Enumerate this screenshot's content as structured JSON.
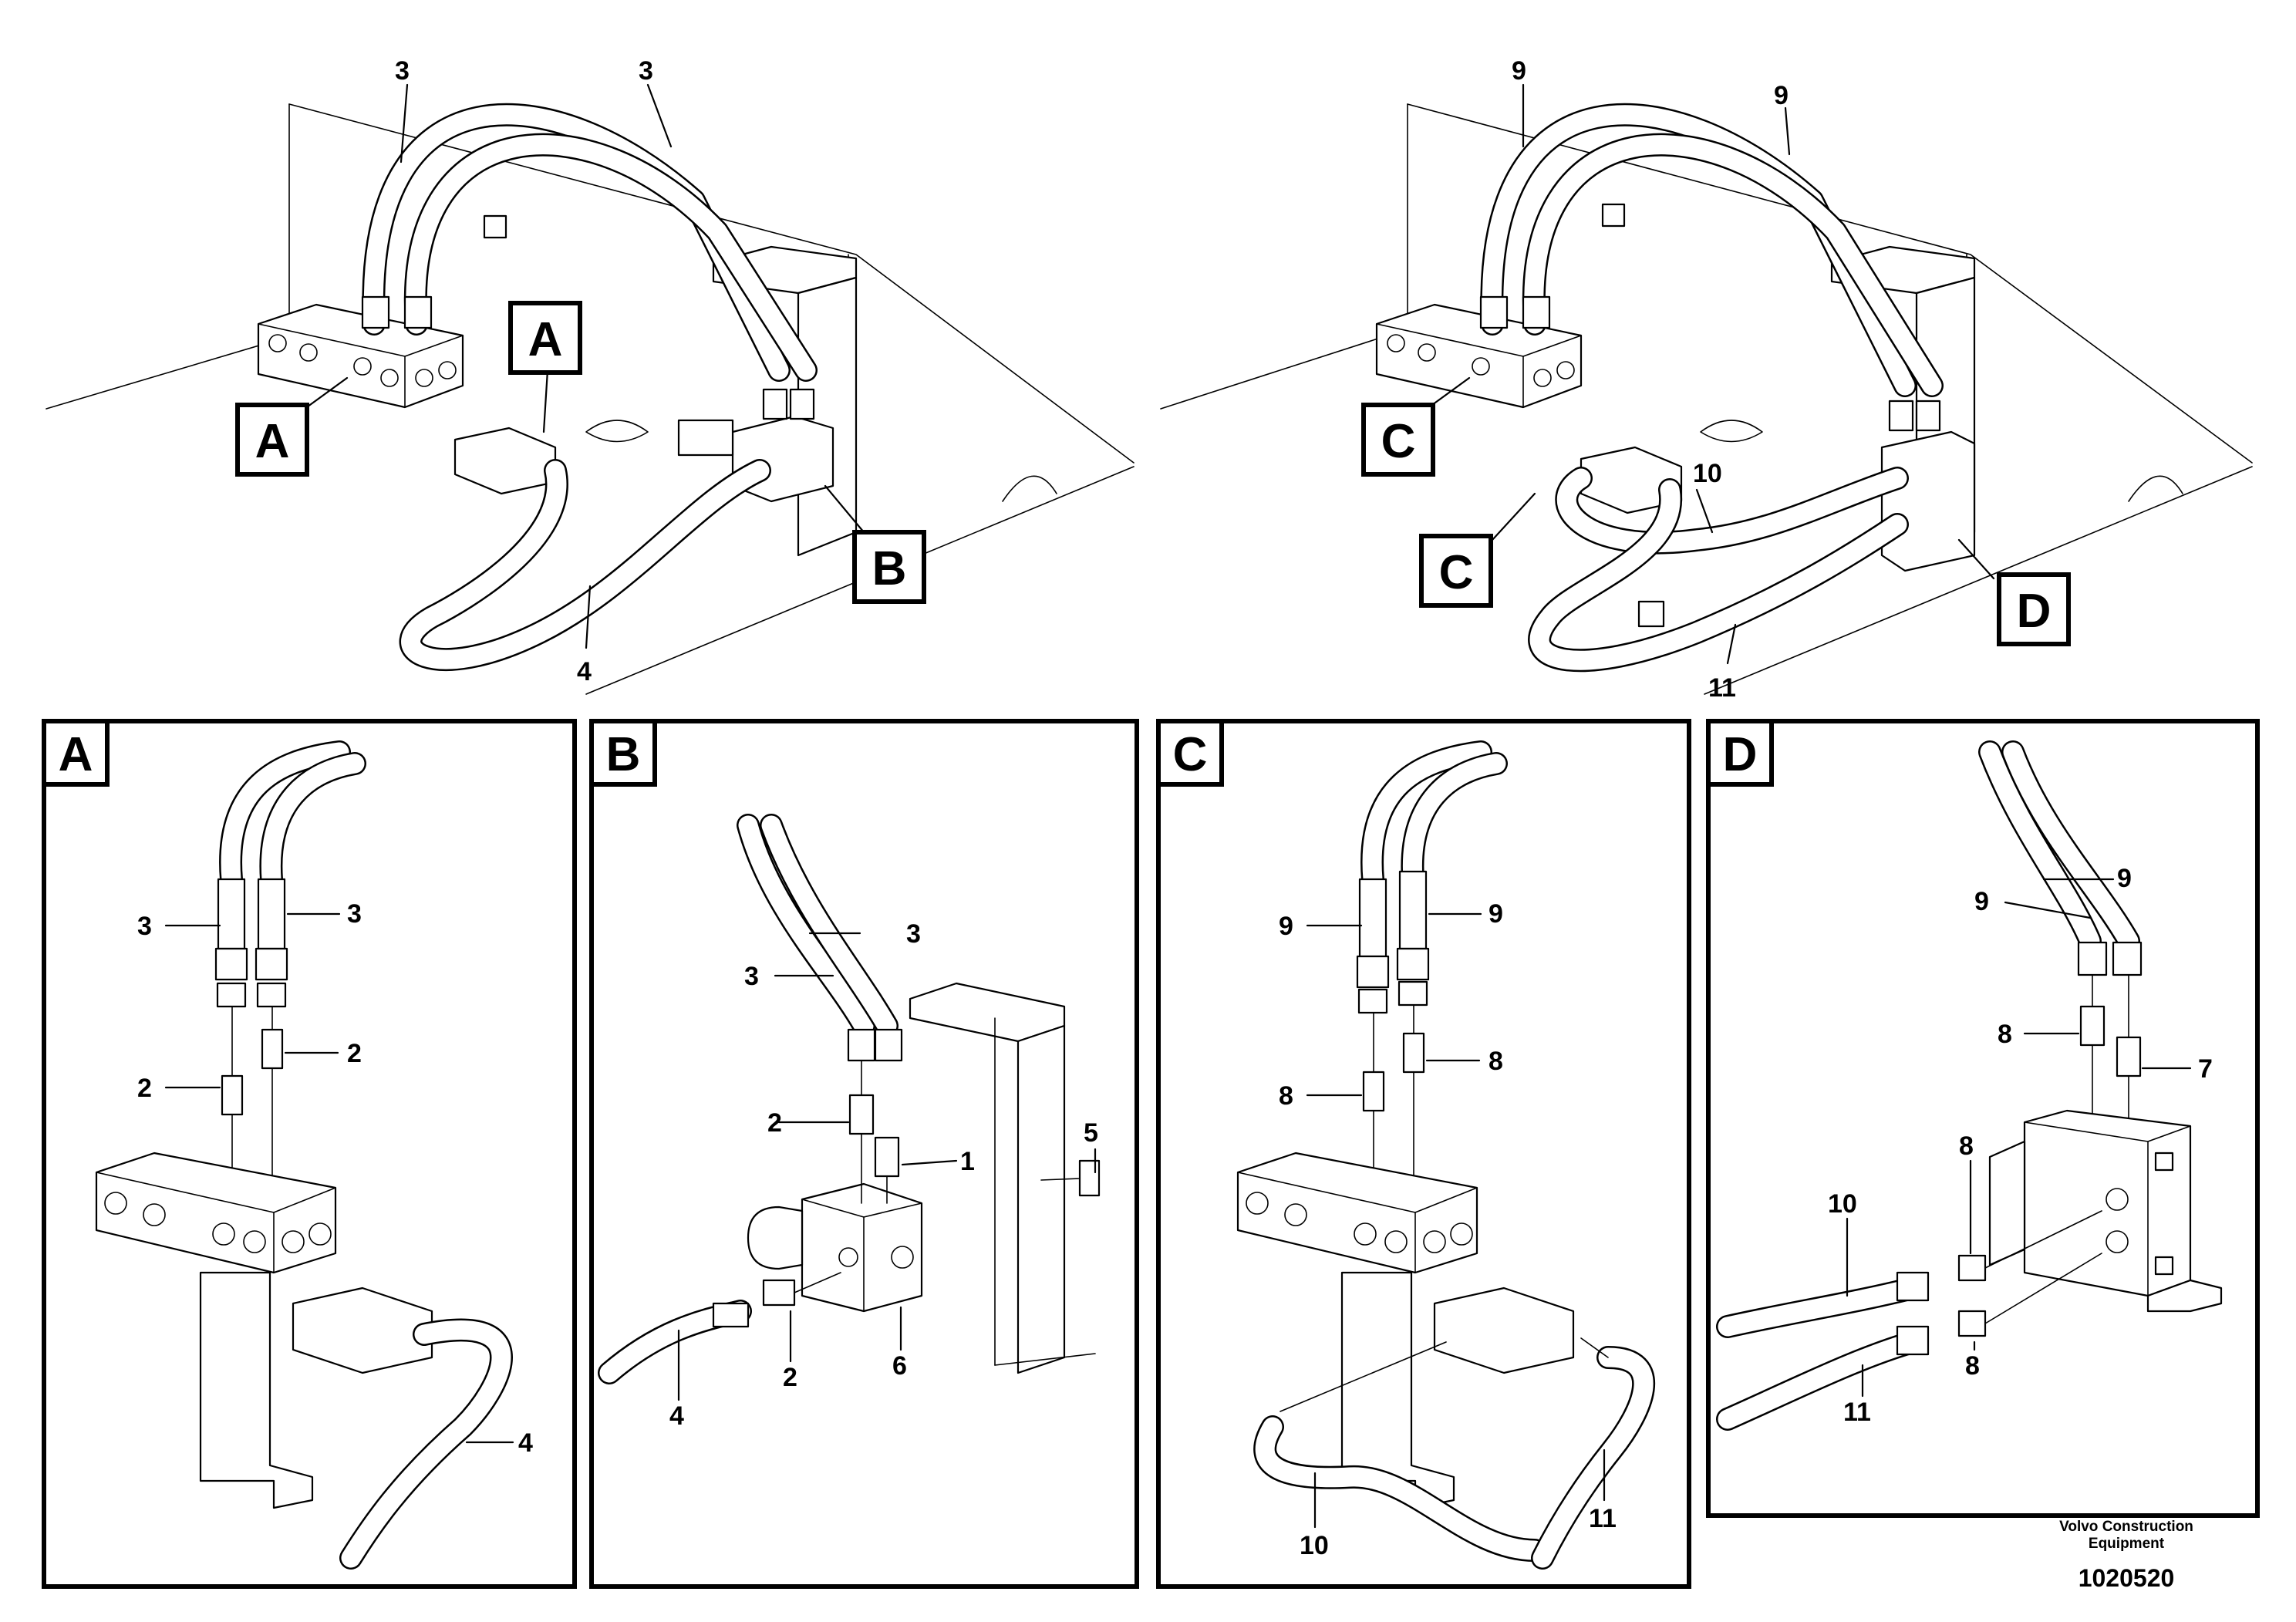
{
  "overview": {
    "left_refs": [
      "A",
      "A",
      "B"
    ],
    "left_callouts": [
      "3",
      "3",
      "4"
    ],
    "right_refs": [
      "C",
      "C",
      "D"
    ],
    "right_callouts": [
      "9",
      "9",
      "10",
      "11"
    ]
  },
  "detail_panels": [
    {
      "letter": "A",
      "callouts": [
        "3",
        "3",
        "2",
        "2",
        "4"
      ]
    },
    {
      "letter": "B",
      "callouts": [
        "3",
        "3",
        "5",
        "2",
        "1",
        "2",
        "4",
        "6"
      ]
    },
    {
      "letter": "C",
      "callouts": [
        "9",
        "9",
        "8",
        "8",
        "10",
        "11"
      ]
    },
    {
      "letter": "D",
      "callouts": [
        "9",
        "9",
        "8",
        "7",
        "8",
        "10",
        "8",
        "11"
      ]
    }
  ],
  "footer": {
    "brand_line1": "Volvo Construction",
    "brand_line2": "Equipment",
    "doc_number": "1020520"
  }
}
